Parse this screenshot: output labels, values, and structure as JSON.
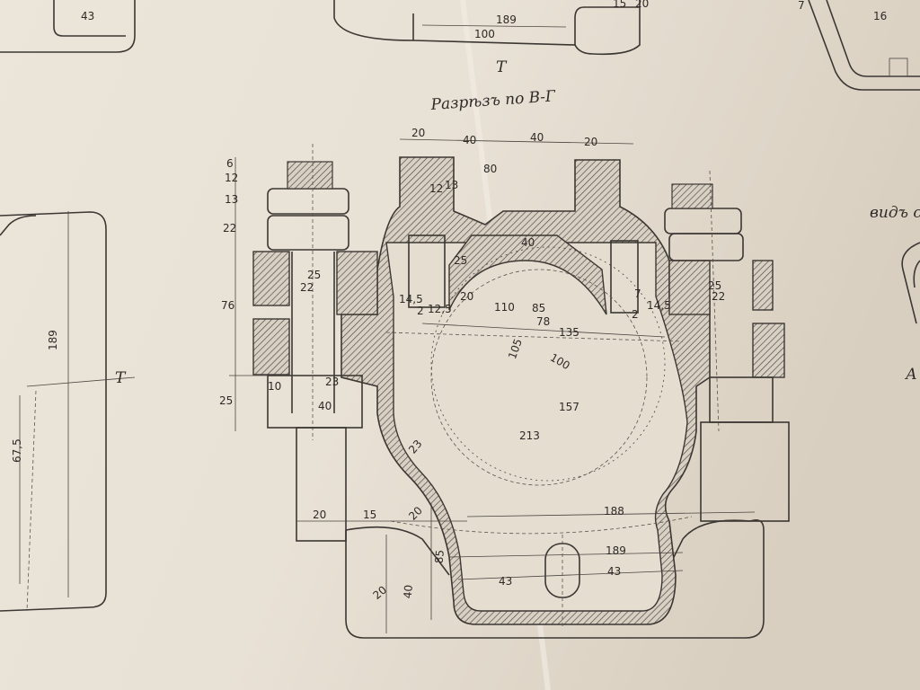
{
  "title": "Разрѣзъ по В-Г",
  "side_note": "видъ све",
  "section_marks": {
    "left": "Т",
    "top": "Т",
    "right": "А"
  },
  "colors": {
    "paper": "#e6dfd3",
    "ink": "#3b3733",
    "hatch": "#4a4540"
  },
  "dims": {
    "top": [
      "20",
      "40",
      "40",
      "20",
      "80",
      "12",
      "13"
    ],
    "left_vertical": [
      "6",
      "12",
      "13",
      "22",
      "76",
      "25"
    ],
    "left_bolt": [
      "25",
      "22",
      "10",
      "23",
      "40"
    ],
    "bearing": [
      "14,5",
      "2",
      "12,5",
      "25",
      "20",
      "110",
      "85",
      "78",
      "135",
      "40",
      "7",
      "14,5",
      "2"
    ],
    "right_bolt": [
      "25",
      "22"
    ],
    "bore": [
      "105",
      "100",
      "157",
      "213",
      "23"
    ],
    "base": [
      "20",
      "15",
      "20",
      "188",
      "189",
      "85",
      "43",
      "43",
      "40",
      "20"
    ],
    "left_sheet": [
      "189",
      "67,5"
    ],
    "top_sheet": [
      "43",
      "189",
      "100",
      "15",
      "20",
      "16",
      "7"
    ]
  }
}
